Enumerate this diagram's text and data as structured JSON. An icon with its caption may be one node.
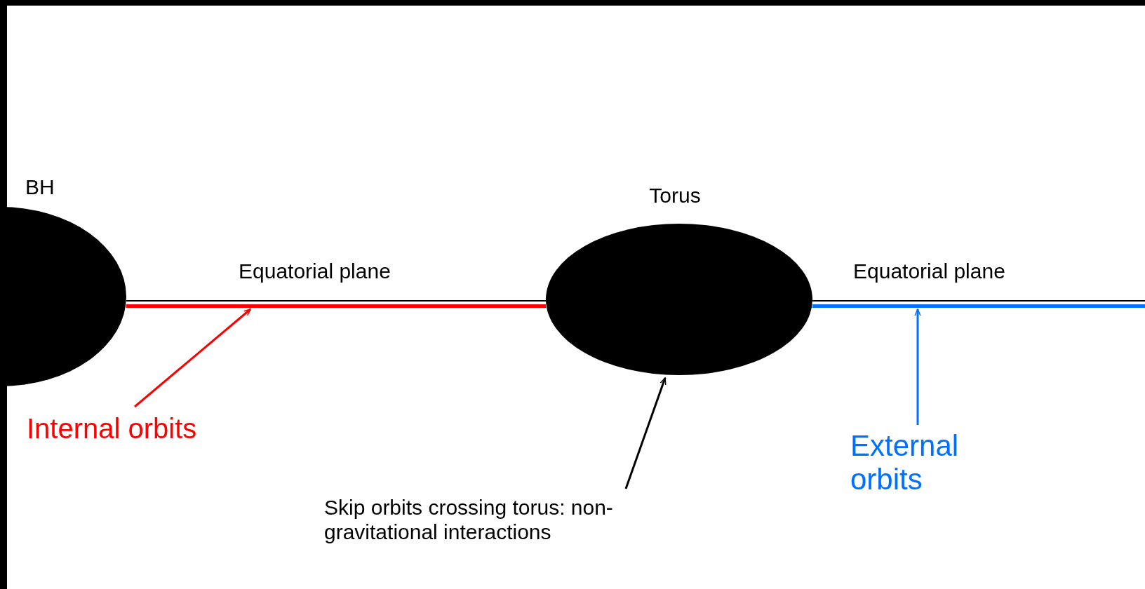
{
  "diagram": {
    "nodes": [
      {
        "text": [
          "BH"
        ]
      },
      {
        "text": [
          "Torus"
        ]
      },
      {
        "text": [],
        "shape": "line"
      },
      {
        "text": [],
        "shape": "line"
      },
      {
        "text": [
          "Internal orbits"
        ]
      },
      {
        "text": [
          "External orbits"
        ]
      },
      {
        "text": [
          "Skip orbits crossing torus: non-gravitational interactions"
        ]
      }
    ],
    "edges": [
      {
        "from": 4,
        "to": 2,
        "arrow": "to",
        "color": "#ff0000"
      },
      {
        "from": 5,
        "to": 3,
        "arrow": "to",
        "color": "#0070ff"
      },
      {
        "from": 6,
        "to": 1,
        "arrow": "to",
        "color": "#000000"
      }
    ],
    "labels": [
      "Equatorial plane",
      "Equatorial plane"
    ]
  }
}
